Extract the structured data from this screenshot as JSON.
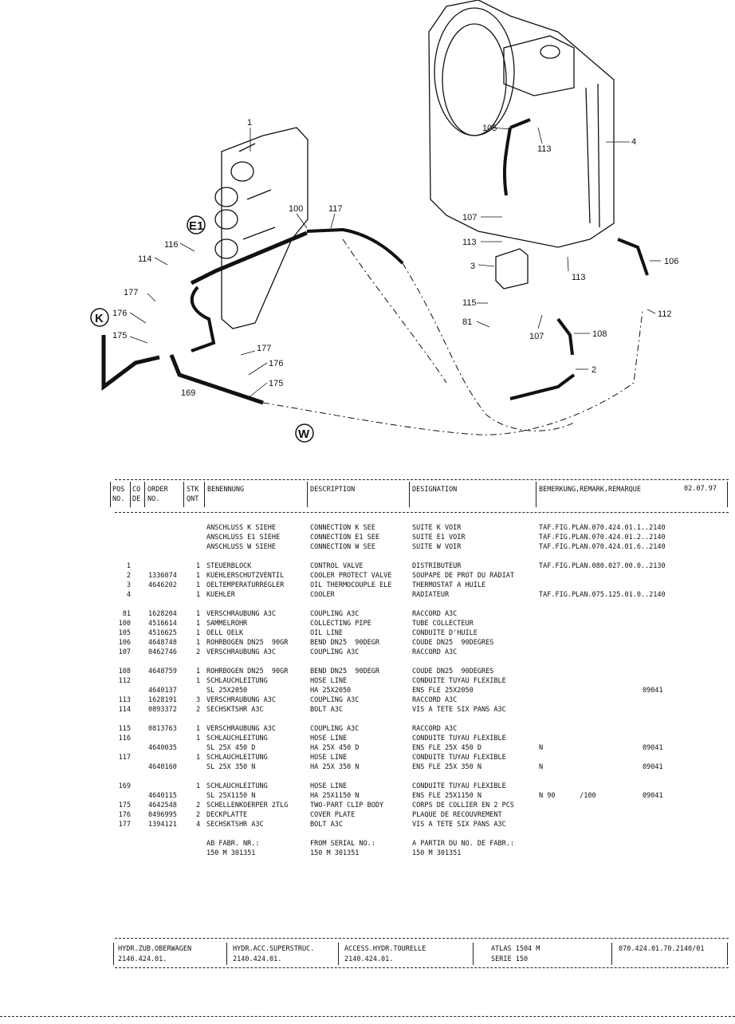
{
  "diagram": {
    "callouts": [
      "1",
      "100",
      "117",
      "E1",
      "116",
      "114",
      "177",
      "K",
      "176",
      "175",
      "169",
      "177",
      "176",
      "175",
      "W",
      "105",
      "113",
      "4",
      "107",
      "113",
      "3",
      "113",
      "106",
      "115",
      "81",
      "107",
      "108",
      "2",
      "112"
    ]
  },
  "table": {
    "headers": {
      "pos": "POS NO.",
      "pos_top": "POS",
      "pos_bot": "NO.",
      "co_top": "CO",
      "co_bot": "DE",
      "order_top": "ORDER",
      "order_bot": "NO.",
      "qty_top": "STK",
      "qty_bot": "QNT",
      "benennung": "BENENNUNG",
      "description": "DESCRIPTION",
      "designation": "DESIGNATION",
      "remark": "BEMERKUNG,REMARK,REMARQUE",
      "date": "02.07.97"
    },
    "rows": [
      {
        "pos": "",
        "order": "",
        "qty": "",
        "ben": "ANSCHLUSS K SIEHE",
        "desc": "CONNECTION K SEE",
        "desig": "SUITE K VOIR",
        "rem": "TAF.FIG.PLAN.070.424.01.1..2140",
        "note": ""
      },
      {
        "pos": "",
        "order": "",
        "qty": "",
        "ben": "ANSCHLUSS E1 SIEHE",
        "desc": "CONNECTION E1 SEE",
        "desig": "SUITE E1 VOIR",
        "rem": "TAF.FIG.PLAN.070.424.01.2..2140",
        "note": ""
      },
      {
        "pos": "",
        "order": "",
        "qty": "",
        "ben": "ANSCHLUSS W SIEHE",
        "desc": "CONNECTION W SEE",
        "desig": "SUITE W VOIR",
        "rem": "TAF.FIG.PLAN.070.424.01.6..2140",
        "note": ""
      },
      {
        "spacer": true
      },
      {
        "pos": "1",
        "order": "",
        "qty": "1",
        "ben": "STEUERBLOCK",
        "desc": "CONTROL VALVE",
        "desig": "DISTRIBUTEUR",
        "rem": "TAF.FIG.PLAN.080.027.00.0..2130",
        "note": ""
      },
      {
        "pos": "2",
        "order": "1336074",
        "qty": "1",
        "ben": "KUEHLERSCHUTZVENTIL",
        "desc": "COOLER PROTECT VALVE",
        "desig": "SOUPAPE DE PROT DU RADIAT",
        "rem": "",
        "note": ""
      },
      {
        "pos": "3",
        "order": "4646202",
        "qty": "1",
        "ben": "OELTEMPERATURREGLER",
        "desc": "OIL THERMOCOUPLE ELE",
        "desig": "THERMOSTAT A HUILE",
        "rem": "",
        "note": ""
      },
      {
        "pos": "4",
        "order": "",
        "qty": "1",
        "ben": "KUEHLER",
        "desc": "COOLER",
        "desig": "RADIATEUR",
        "rem": "TAF.FIG.PLAN.075.125.01.0..2140",
        "note": ""
      },
      {
        "spacer": true
      },
      {
        "pos": "81",
        "order": "1628204",
        "qty": "1",
        "ben": "VERSCHRAUBUNG A3C",
        "desc": "COUPLING A3C",
        "desig": "RACCORD A3C",
        "rem": "",
        "note": ""
      },
      {
        "pos": "100",
        "order": "4516614",
        "qty": "1",
        "ben": "SAMMELROHR",
        "desc": "COLLECTING PIPE",
        "desig": "TUBE COLLECTEUR",
        "rem": "",
        "note": ""
      },
      {
        "pos": "105",
        "order": "4516625",
        "qty": "1",
        "ben": "OELL OELK",
        "desc": "OIL LINE",
        "desig": "CONDUITE D'HUILE",
        "rem": "",
        "note": ""
      },
      {
        "pos": "106",
        "order": "4648748",
        "qty": "1",
        "ben": "ROHRBOGEN DN25  90GR",
        "desc": "BEND DN25  90DEGR",
        "desig": "COUDE DN25  90DEGRES",
        "rem": "",
        "note": ""
      },
      {
        "pos": "107",
        "order": "0462746",
        "qty": "2",
        "ben": "VERSCHRAUBUNG A3C",
        "desc": "COUPLING A3C",
        "desig": "RACCORD A3C",
        "rem": "",
        "note": ""
      },
      {
        "spacer": true
      },
      {
        "pos": "108",
        "order": "4648759",
        "qty": "1",
        "ben": "ROHRBOGEN DN25  90GR",
        "desc": "BEND DN25  90DEGR",
        "desig": "COUDE DN25  90DEGRES",
        "rem": "",
        "note": ""
      },
      {
        "pos": "112",
        "order": "",
        "qty": "1",
        "ben": "SCHLAUCHLEITUNG",
        "desc": "HOSE LINE",
        "desig": "CONDUITE TUYAU FLEXIBLE",
        "rem": "",
        "note": ""
      },
      {
        "pos": "",
        "order": "4640137",
        "qty": "",
        "ben": "SL 25X2050",
        "desc": "HA 25X2050",
        "desig": "ENS FLE 25X2050",
        "rem": "",
        "note": "09041"
      },
      {
        "pos": "113",
        "order": "1628191",
        "qty": "3",
        "ben": "VERSCHRAUBUNG A3C",
        "desc": "COUPLING A3C",
        "desig": "RACCORD A3C",
        "rem": "",
        "note": ""
      },
      {
        "pos": "114",
        "order": "0893372",
        "qty": "2",
        "ben": "SECHSKTSHR A3C",
        "desc": "BOLT A3C",
        "desig": "VIS A TETE SIX PANS A3C",
        "rem": "",
        "note": ""
      },
      {
        "spacer": true
      },
      {
        "pos": "115",
        "order": "0813763",
        "qty": "1",
        "ben": "VERSCHRAUBUNG A3C",
        "desc": "COUPLING A3C",
        "desig": "RACCORD A3C",
        "rem": "",
        "note": ""
      },
      {
        "pos": "116",
        "order": "",
        "qty": "1",
        "ben": "SCHLAUCHLEITUNG",
        "desc": "HOSE LINE",
        "desig": "CONDUITE TUYAU FLEXIBLE",
        "rem": "",
        "note": ""
      },
      {
        "pos": "",
        "order": "4640035",
        "qty": "",
        "ben": "SL 25X 450 D",
        "desc": "HA 25X 450 D",
        "desig": "ENS FLE 25X 450 D",
        "rem": "N",
        "note": "09041"
      },
      {
        "pos": "117",
        "order": "",
        "qty": "1",
        "ben": "SCHLAUCHLEITUNG",
        "desc": "HOSE LINE",
        "desig": "CONDUITE TUYAU FLEXIBLE",
        "rem": "",
        "note": ""
      },
      {
        "pos": "",
        "order": "4640160",
        "qty": "",
        "ben": "SL 25X 350 N",
        "desc": "HA 25X 350 N",
        "desig": "ENS FLE 25X 350 N",
        "rem": "N",
        "note": "09041"
      },
      {
        "spacer": true
      },
      {
        "pos": "169",
        "order": "",
        "qty": "1",
        "ben": "SCHLAUCHLEITUNG",
        "desc": "HOSE LINE",
        "desig": "CONDUITE TUYAU FLEXIBLE",
        "rem": "",
        "note": ""
      },
      {
        "pos": "",
        "order": "4640115",
        "qty": "",
        "ben": "SL 25X1150 N",
        "desc": "HA 25X1150 N",
        "desig": "ENS FLE 25X1150 N",
        "rem": "N 90      /100",
        "note": "09041"
      },
      {
        "pos": "175",
        "order": "4642548",
        "qty": "2",
        "ben": "SCHELLENKOERPER 2TLG",
        "desc": "TWO-PART CLIP BODY",
        "desig": "CORPS DE COLLIER EN 2 PCS",
        "rem": "",
        "note": ""
      },
      {
        "pos": "176",
        "order": "0496995",
        "qty": "2",
        "ben": "DECKPLATTE",
        "desc": "COVER PLATE",
        "desig": "PLAQUE DE RECOUVREMENT",
        "rem": "",
        "note": ""
      },
      {
        "pos": "177",
        "order": "1394121",
        "qty": "4",
        "ben": "SECHSKTSHR A3C",
        "desc": "BOLT A3C",
        "desig": "VIS A TETE SIX PANS A3C",
        "rem": "",
        "note": ""
      },
      {
        "spacer": true
      },
      {
        "pos": "",
        "order": "",
        "qty": "",
        "ben": "AB FABR. NR.:",
        "desc": "FROM SERIAL NO.:",
        "desig": "A PARTIR DU NO. DE FABR.:",
        "rem": "",
        "note": ""
      },
      {
        "pos": "",
        "order": "",
        "qty": "",
        "ben": "150 M 301351",
        "desc": "150 M 301351",
        "desig": "150 M 301351",
        "rem": "",
        "note": ""
      }
    ]
  },
  "footer": {
    "c1a": "HYDR.ZUB.OBERWAGEN",
    "c1b": "2140.424.01.",
    "c2a": "HYDR.ACC.SUPERSTRUC.",
    "c2b": "2140.424.01.",
    "c3a": "ACCESS.HYDR.TOURELLE",
    "c3b": "2140.424.01.",
    "c4a": "ATLAS 1504 M",
    "c4b": "SERIE 150",
    "c5": "070.424.01.70.2140/01"
  }
}
